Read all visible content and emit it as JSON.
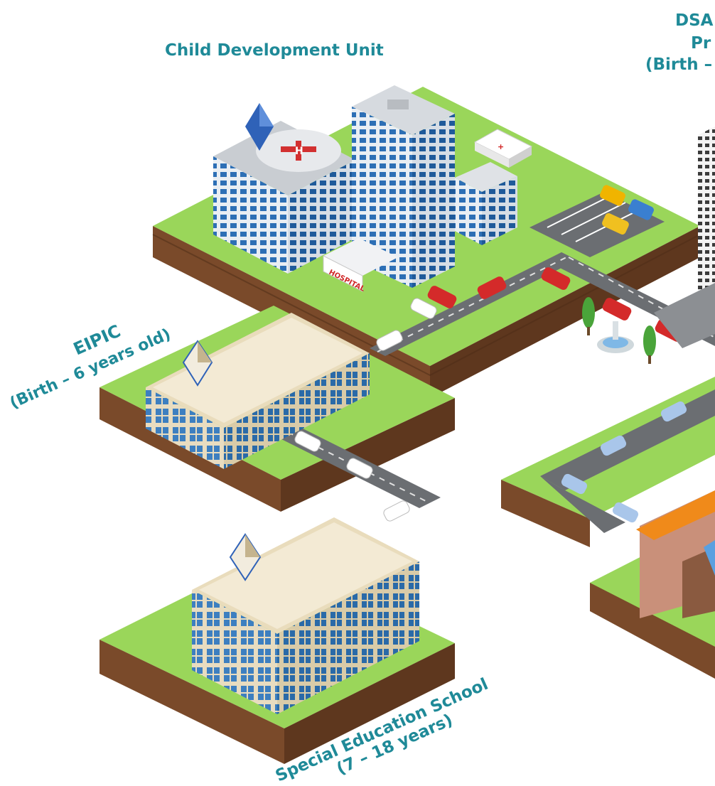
{
  "labels": {
    "cdu": "Child Development Unit",
    "dsa_line1": "DSA",
    "dsa_line2": "Pr",
    "dsa_line3": "(Birth –",
    "eipic_line1": "EIPIC",
    "eipic_line2": "(Birth – 6 years old)",
    "school_line1": "Special Education School",
    "school_line2": "(7 – 18 years)"
  },
  "signs": {
    "hospital": "HOSPITAL",
    "helipad": "H",
    "ambulance_cross": "+"
  },
  "colors": {
    "label_teal": "#1f8a98",
    "grass": "#9ad65a",
    "soil": "#7a4a2a",
    "road": "#6b6e72",
    "hospital_blue": "#2d6fb5",
    "beige": "#efe2c2",
    "marker_blue": "#2f62b8"
  }
}
